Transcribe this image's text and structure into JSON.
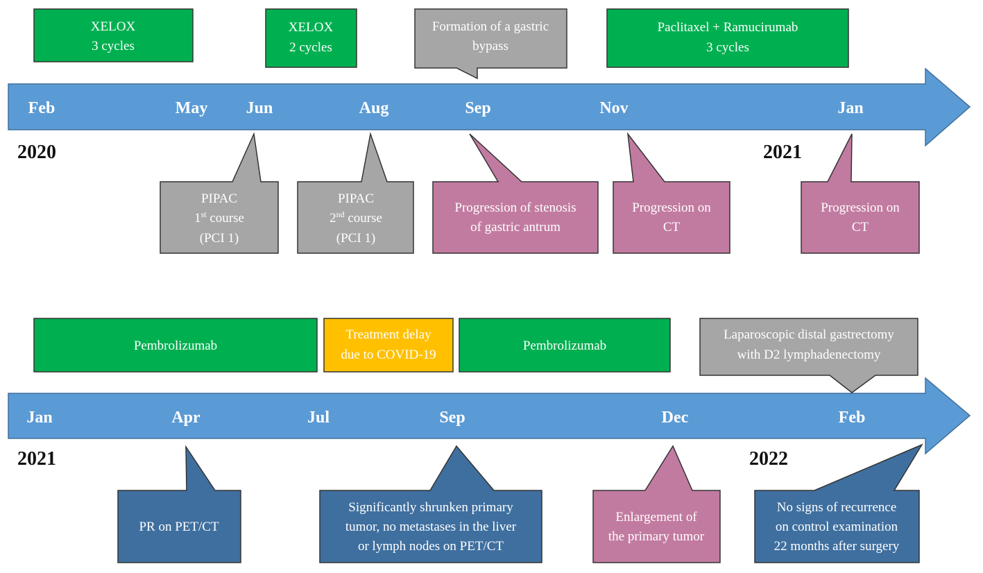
{
  "colors": {
    "arrow": "#5b9bd5",
    "arrow_stroke": "#41719c",
    "green": "#00b050",
    "gray": "#a6a6a6",
    "pink": "#c27ba0",
    "blue": "#3f6f9f",
    "orange": "#ffc000"
  },
  "timeline1": {
    "year_start": "2020",
    "year_end": "2021",
    "months": [
      "Feb",
      "May",
      "Jun",
      "Aug",
      "Sep",
      "Nov",
      "Jan"
    ],
    "top_boxes": [
      {
        "lines": [
          "XELOX",
          "3 cycles"
        ],
        "color": "green"
      },
      {
        "lines": [
          "XELOX",
          "2 cycles"
        ],
        "color": "green"
      },
      {
        "lines": [
          "Formation of a gastric",
          "bypass"
        ],
        "color": "gray"
      },
      {
        "lines": [
          "Paclitaxel + Ramucirumab",
          "3 cycles"
        ],
        "color": "green"
      }
    ],
    "callouts": [
      {
        "line1": "PIPAC",
        "ordinal_num": "1",
        "ordinal_sup": "st",
        "ordinal_rest": " course",
        "line3": "(PCI 1)",
        "color": "gray"
      },
      {
        "line1": "PIPAC",
        "ordinal_num": "2",
        "ordinal_sup": "nd",
        "ordinal_rest": " course",
        "line3": "(PCI 1)",
        "color": "gray"
      },
      {
        "lines": [
          "Progression of stenosis",
          "of gastric antrum"
        ],
        "color": "pink"
      },
      {
        "lines": [
          "Progression on",
          "CT"
        ],
        "color": "pink"
      },
      {
        "lines": [
          "Progression on",
          "CT"
        ],
        "color": "pink"
      }
    ]
  },
  "timeline2": {
    "year_start": "2021",
    "year_end": "2022",
    "months": [
      "Jan",
      "Apr",
      "Jul",
      "Sep",
      "Dec",
      "Feb"
    ],
    "top_boxes": [
      {
        "lines": [
          "Pembrolizumab"
        ],
        "color": "green"
      },
      {
        "lines": [
          "Treatment delay",
          "due to COVID-19"
        ],
        "color": "orange"
      },
      {
        "lines": [
          "Pembrolizumab"
        ],
        "color": "green"
      },
      {
        "lines": [
          "Laparoscopic distal gastrectomy",
          "with D2 lymphadenectomy"
        ],
        "color": "gray"
      }
    ],
    "callouts": [
      {
        "lines": [
          "PR on PET/CT"
        ],
        "color": "blue"
      },
      {
        "lines": [
          "Significantly shrunken primary",
          "tumor, no metastases in the liver",
          "or lymph nodes on PET/CT"
        ],
        "color": "blue"
      },
      {
        "lines": [
          "Enlargement of",
          "the primary tumor"
        ],
        "color": "pink"
      },
      {
        "lines": [
          "No signs of recurrence",
          "on control examination",
          "22 months after surgery"
        ],
        "color": "blue"
      }
    ]
  }
}
